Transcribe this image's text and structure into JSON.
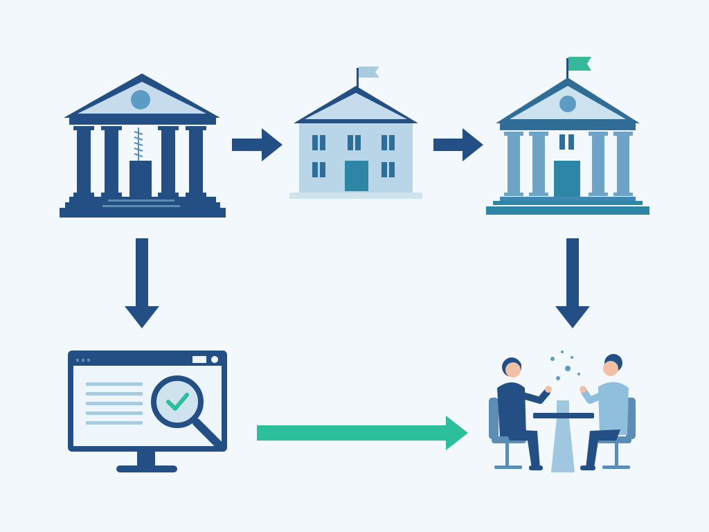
{
  "diagram": {
    "nodes": [
      {
        "id": "classical-government-building",
        "icon": "classical-government-building-icon"
      },
      {
        "id": "office-building",
        "icon": "office-building-icon"
      },
      {
        "id": "institution-building",
        "icon": "institution-building-icon"
      },
      {
        "id": "online-review",
        "icon": "monitor-magnifier-check-icon"
      },
      {
        "id": "meeting",
        "icon": "two-people-meeting-icon"
      }
    ],
    "edges": [
      {
        "from": "classical-government-building",
        "to": "office-building"
      },
      {
        "from": "office-building",
        "to": "institution-building"
      },
      {
        "from": "classical-government-building",
        "to": "online-review"
      },
      {
        "from": "institution-building",
        "to": "meeting"
      },
      {
        "from": "online-review",
        "to": "meeting"
      }
    ]
  },
  "colors": {
    "background": "#f2f8fb",
    "navy": "#234f85",
    "steel_blue": "#5b8db5",
    "pale_blue": "#b9d6e8",
    "teal": "#2d86a6",
    "green": "#2bbf9c",
    "green_flag": "#36b89a",
    "flag_pale": "#a9cbe0"
  }
}
